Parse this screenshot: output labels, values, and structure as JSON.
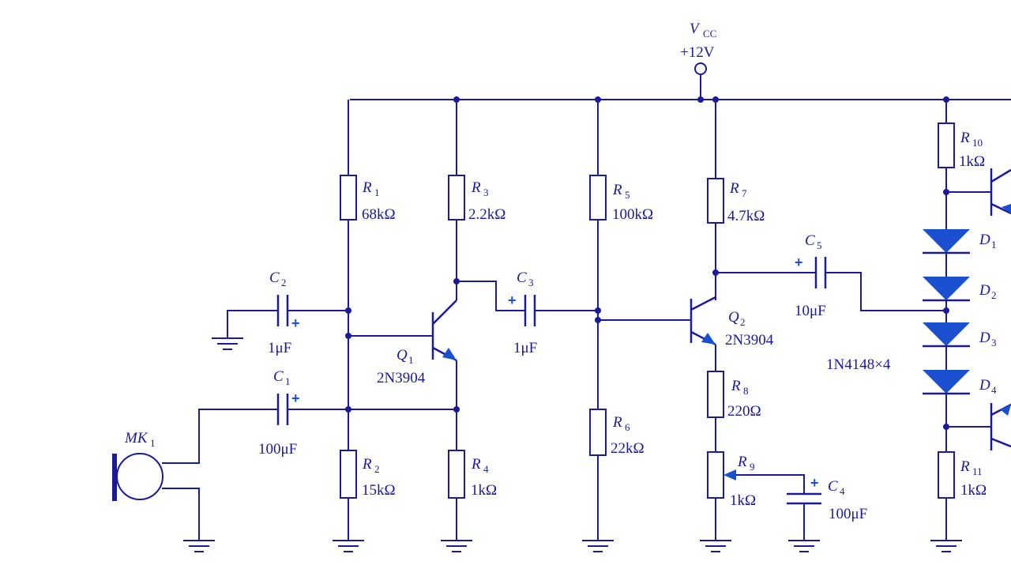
{
  "supply": {
    "name": "V",
    "sub": "CC",
    "value": "+12V"
  },
  "resistors": [
    {
      "id": "R1",
      "sym": "R",
      "sub": "1",
      "value": "68kΩ"
    },
    {
      "id": "R2",
      "sym": "R",
      "sub": "2",
      "value": "15kΩ"
    },
    {
      "id": "R3",
      "sym": "R",
      "sub": "3",
      "value": "2.2kΩ"
    },
    {
      "id": "R4",
      "sym": "R",
      "sub": "4",
      "value": "1kΩ"
    },
    {
      "id": "R5",
      "sym": "R",
      "sub": "5",
      "value": "100kΩ"
    },
    {
      "id": "R6",
      "sym": "R",
      "sub": "6",
      "value": "22kΩ"
    },
    {
      "id": "R7",
      "sym": "R",
      "sub": "7",
      "value": "4.7kΩ"
    },
    {
      "id": "R8",
      "sym": "R",
      "sub": "8",
      "value": "220Ω"
    },
    {
      "id": "R9",
      "sym": "R",
      "sub": "9",
      "value": "1kΩ"
    },
    {
      "id": "R10",
      "sym": "R",
      "sub": "10",
      "value": "1kΩ"
    },
    {
      "id": "R11",
      "sym": "R",
      "sub": "11",
      "value": "1kΩ"
    }
  ],
  "capacitors": [
    {
      "id": "C1",
      "sym": "C",
      "sub": "1",
      "value": "100μF"
    },
    {
      "id": "C2",
      "sym": "C",
      "sub": "2",
      "value": "1μF"
    },
    {
      "id": "C3",
      "sym": "C",
      "sub": "3",
      "value": "1μF"
    },
    {
      "id": "C4",
      "sym": "C",
      "sub": "4",
      "value": "100μF"
    },
    {
      "id": "C5",
      "sym": "C",
      "sub": "5",
      "value": "10μF"
    }
  ],
  "transistors": [
    {
      "id": "Q1",
      "sym": "Q",
      "sub": "1",
      "value": "2N3904"
    },
    {
      "id": "Q2",
      "sym": "Q",
      "sub": "2",
      "value": "2N3904"
    }
  ],
  "diodes": [
    {
      "id": "D1",
      "sym": "D",
      "sub": "1"
    },
    {
      "id": "D2",
      "sym": "D",
      "sub": "2"
    },
    {
      "id": "D3",
      "sym": "D",
      "sub": "3"
    },
    {
      "id": "D4",
      "sym": "D",
      "sub": "4"
    }
  ],
  "diode_part": "1N4148×4",
  "microphone": {
    "sym": "MK",
    "sub": "1"
  },
  "polarity_mark": "+",
  "colors": {
    "wire": "#1a1a9a",
    "accent": "#1a4fd0",
    "background": "#ffffff"
  }
}
